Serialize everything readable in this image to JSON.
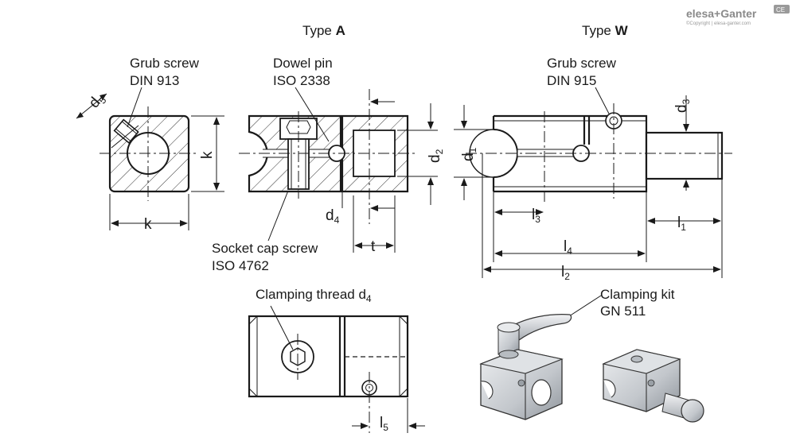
{
  "titles": {
    "type_a_prefix": "Type ",
    "type_a_letter": "A",
    "type_w_prefix": "Type ",
    "type_w_letter": "W"
  },
  "callouts": {
    "grub_screw_a_line1": "Grub screw",
    "grub_screw_a_line2": "DIN 913",
    "dowel_pin_line1": "Dowel pin",
    "dowel_pin_line2": "ISO 2338",
    "grub_screw_w_line1": "Grub screw",
    "grub_screw_w_line2": "DIN 915",
    "socket_cap_line1": "Socket cap screw",
    "socket_cap_line2": "ISO 4762",
    "clamping_thread": "Clamping thread d",
    "clamping_thread_sub": "4",
    "clamping_kit_line1": "Clamping kit",
    "clamping_kit_line2": "GN 511"
  },
  "dimensions": {
    "d": "d",
    "l": "l",
    "k": "k",
    "t": "t",
    "sub_1": "1",
    "sub_2": "2",
    "sub_3": "3",
    "sub_4": "4",
    "sub_5": "5"
  },
  "brand": {
    "name": "elesa+Ganter",
    "copyright": "©Copyright | elesa-ganter.com",
    "badge": "CE"
  },
  "colors": {
    "line": "#1a1a1a",
    "render_body": "#c9ccd0",
    "brand_gray": "#8a8a8a"
  }
}
